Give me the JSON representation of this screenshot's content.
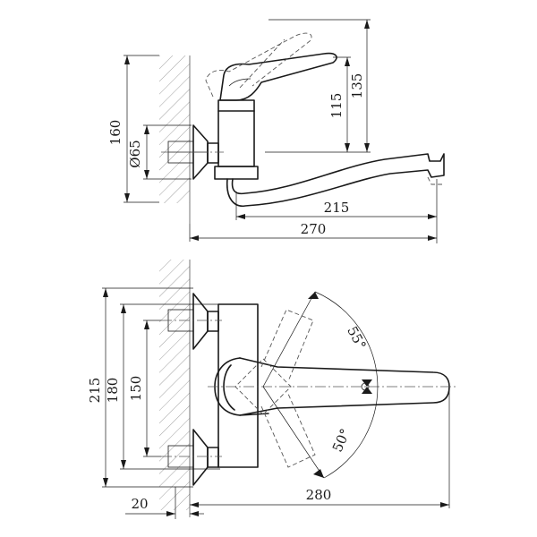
{
  "top_view": {
    "dim_160": "160",
    "dim_d65": "Ø65",
    "dim_115": "115",
    "dim_135": "135",
    "dim_215": "215",
    "dim_270": "270"
  },
  "front_view": {
    "dim_215": "215",
    "dim_180": "180",
    "dim_150": "150",
    "dim_20": "20",
    "dim_280": "280",
    "angle_55": "55°",
    "angle_50": "50°"
  }
}
